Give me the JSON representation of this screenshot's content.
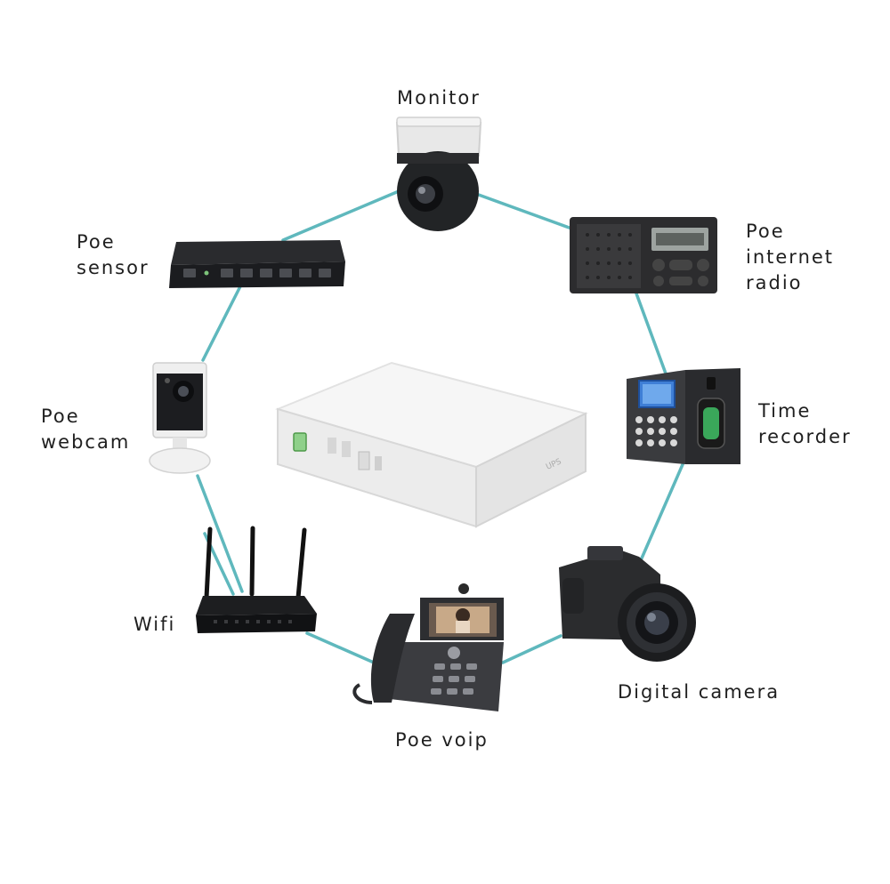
{
  "hub": {
    "icon": "poe-dc-ups-box-icon"
  },
  "devices": [
    {
      "id": "monitor",
      "icon": "ptz-dome-camera-icon",
      "label_lines": [
        "Monitor"
      ]
    },
    {
      "id": "internet-radio",
      "icon": "radio-icon",
      "label_lines": [
        "Poe",
        "internet",
        "radio"
      ]
    },
    {
      "id": "time-recorder",
      "icon": "fingerprint-time-clock-icon",
      "label_lines": [
        "Time",
        "recorder"
      ]
    },
    {
      "id": "digital-camera",
      "icon": "dslr-camera-icon",
      "label_lines": [
        "Digital camera"
      ]
    },
    {
      "id": "voip",
      "icon": "voip-phone-icon",
      "label_lines": [
        "Poe voip"
      ]
    },
    {
      "id": "wifi",
      "icon": "wifi-router-icon",
      "label_lines": [
        "Wifi"
      ]
    },
    {
      "id": "webcam",
      "icon": "webcam-icon",
      "label_lines": [
        "Poe",
        "webcam"
      ]
    },
    {
      "id": "sensor",
      "icon": "network-switch-icon",
      "label_lines": [
        "Poe",
        "sensor"
      ]
    }
  ],
  "colors": {
    "link": "#5fb8bd",
    "text": "#1f1f1f"
  }
}
